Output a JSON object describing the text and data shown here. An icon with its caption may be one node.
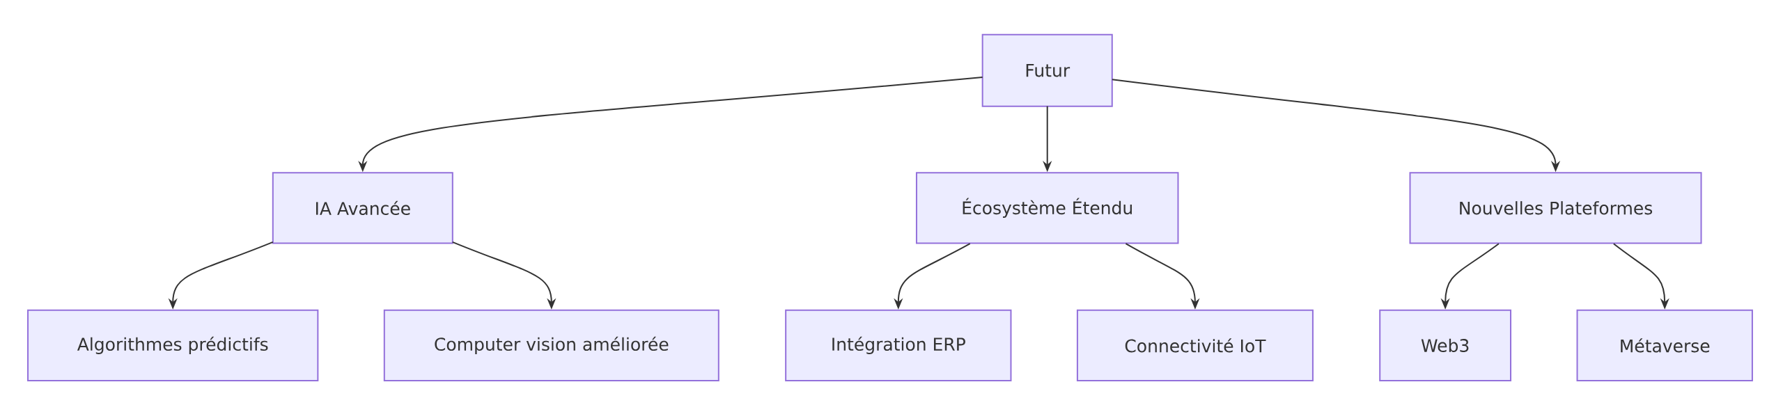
{
  "diagram": {
    "nodes": [
      {
        "text": [
          "Futur"
        ]
      },
      {
        "text": [
          "IA Avancée"
        ]
      },
      {
        "text": [
          "Écosystème Étendu"
        ]
      },
      {
        "text": [
          "Nouvelles Plateformes"
        ]
      },
      {
        "text": [
          "Algorithmes prédictifs"
        ]
      },
      {
        "text": [
          "Computer vision améliorée"
        ]
      },
      {
        "text": [
          "Intégration ERP"
        ]
      },
      {
        "text": [
          "Connectivité IoT"
        ]
      },
      {
        "text": [
          "Web3"
        ]
      },
      {
        "text": [
          "Métaverse"
        ]
      }
    ],
    "edges": [
      {
        "from": 0,
        "to": 1,
        "arrow": "to"
      },
      {
        "from": 0,
        "to": 2,
        "arrow": "to"
      },
      {
        "from": 0,
        "to": 3,
        "arrow": "to"
      },
      {
        "from": 1,
        "to": 4,
        "arrow": "to"
      },
      {
        "from": 1,
        "to": 5,
        "arrow": "to"
      },
      {
        "from": 2,
        "to": 6,
        "arrow": "to"
      },
      {
        "from": 2,
        "to": 7,
        "arrow": "to"
      },
      {
        "from": 3,
        "to": 8,
        "arrow": "to"
      },
      {
        "from": 3,
        "to": 9,
        "arrow": "to"
      }
    ]
  }
}
